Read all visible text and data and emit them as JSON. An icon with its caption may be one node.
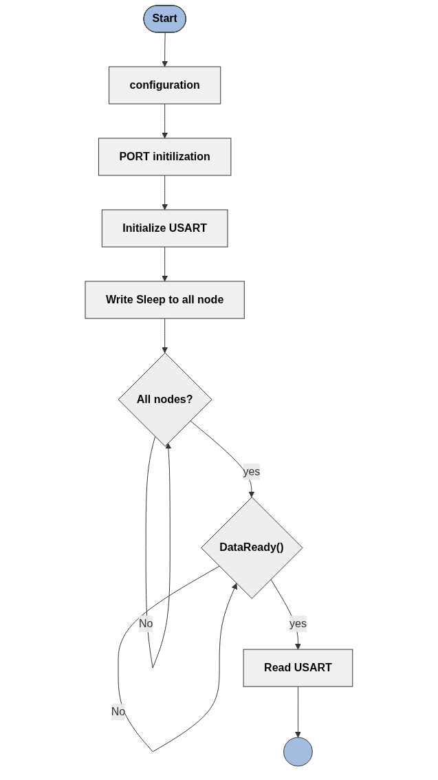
{
  "diagram": {
    "nodes": [
      {
        "text": [
          "Start"
        ]
      },
      {
        "text": [
          "configuration"
        ]
      },
      {
        "text": [
          "PORT initilization"
        ]
      },
      {
        "text": [
          "Initialize USART"
        ]
      },
      {
        "text": [
          "Write Sleep to all node"
        ]
      },
      {
        "text": [
          "All nodes?"
        ]
      },
      {
        "text": [
          "DataReady()"
        ]
      },
      {
        "text": [
          "Read USART"
        ]
      },
      {
        "text": [],
        "shape": "ellipse"
      }
    ],
    "edges": [
      {
        "from": 0,
        "to": 1,
        "arrow": "to"
      },
      {
        "from": 1,
        "to": 2,
        "arrow": "to"
      },
      {
        "from": 2,
        "to": 3,
        "arrow": "to"
      },
      {
        "from": 3,
        "to": 4,
        "arrow": "to"
      },
      {
        "from": 4,
        "to": 5,
        "arrow": "to"
      },
      {
        "from": 5,
        "to": 5,
        "label": "No",
        "arrow": "to"
      },
      {
        "from": 5,
        "to": 6,
        "label": "yes",
        "arrow": "to"
      },
      {
        "from": 6,
        "to": 6,
        "label": "No",
        "arrow": "to"
      },
      {
        "from": 6,
        "to": 7,
        "label": "yes",
        "arrow": "to"
      },
      {
        "from": 7,
        "to": 8,
        "arrow": "to"
      }
    ]
  }
}
